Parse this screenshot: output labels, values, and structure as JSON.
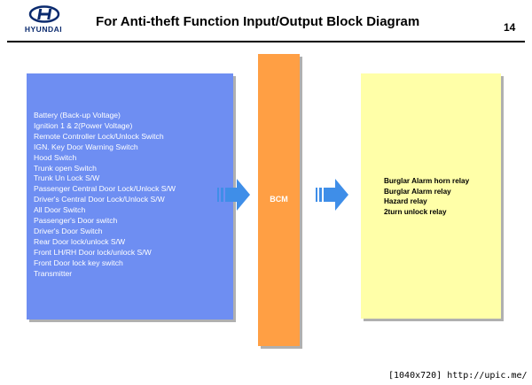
{
  "header": {
    "logo_text": "HYUNDAI",
    "title": "For Anti-theft Function Input/Output Block Diagram",
    "page_number": "14"
  },
  "inputs": {
    "items": [
      "Battery (Back-up Voltage)",
      "Ignition 1 & 2(Power Voltage)",
      "Remote Controller Lock/Unlock Switch",
      "IGN. Key Door Warning Switch",
      "Hood Switch",
      "Trunk open Switch",
      "Trunk Un Lock S/W",
      "Passenger Central Door Lock/Unlock S/W",
      "Driver's Central Door Lock/Unlock S/W",
      "All Door Switch",
      "Passenger's Door switch",
      "Driver's Door Switch",
      "Rear Door lock/unlock S/W",
      "Front LH/RH Door lock/unlock S/W",
      "Front Door lock key switch",
      "Transmitter"
    ]
  },
  "bcm": {
    "label": "BCM"
  },
  "outputs": {
    "items": [
      "Burglar Alarm horn relay",
      "Burglar Alarm relay",
      "Hazard relay",
      "2turn unlock relay"
    ]
  },
  "footer": {
    "watermark": "[1040x720] http://upic.me/"
  },
  "colors": {
    "input_box": "#6e8ef2",
    "bcm_box": "#ff9f44",
    "output_box": "#ffffa8",
    "arrow": "#3f8ee8",
    "logo": "#0a2a6e"
  }
}
